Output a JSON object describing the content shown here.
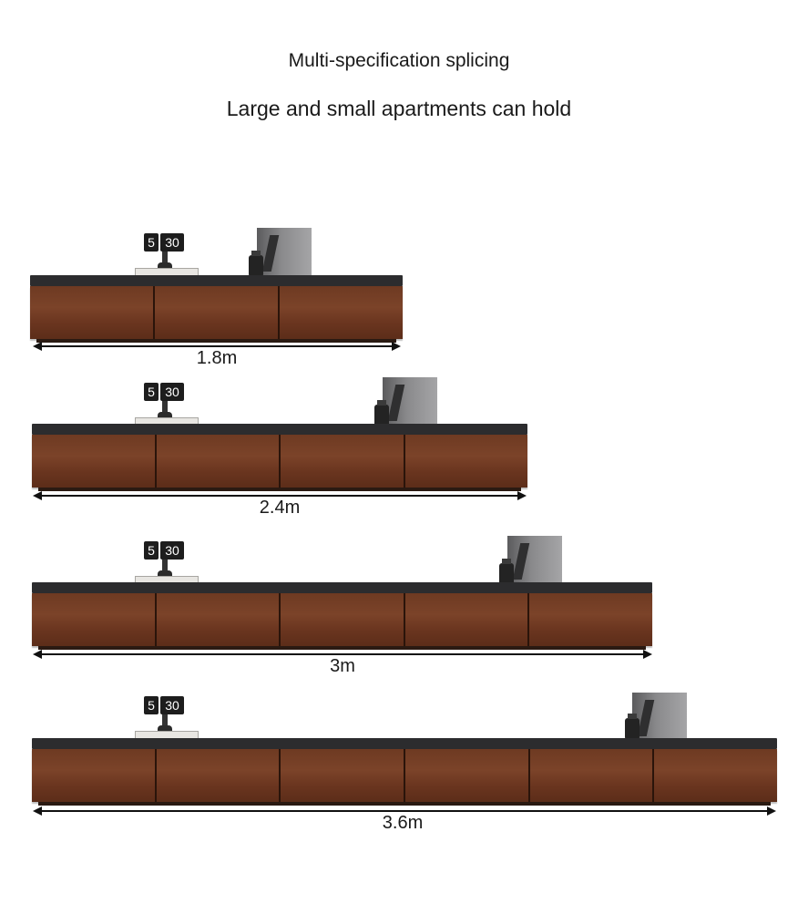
{
  "heading": {
    "line1": "Multi-specification splicing",
    "line2": "Large and small apartments can hold"
  },
  "clock_digits": [
    "5",
    "30"
  ],
  "colors": {
    "top": "#2c2c2e",
    "walnut": "#6e3a22",
    "text": "#1a1a1a"
  },
  "cabinets": [
    {
      "length_label": "1.8m",
      "drawers": 3
    },
    {
      "length_label": "2.4m",
      "drawers": 4
    },
    {
      "length_label": "3m",
      "drawers": 5
    },
    {
      "length_label": "3.6m",
      "drawers": 6
    }
  ]
}
